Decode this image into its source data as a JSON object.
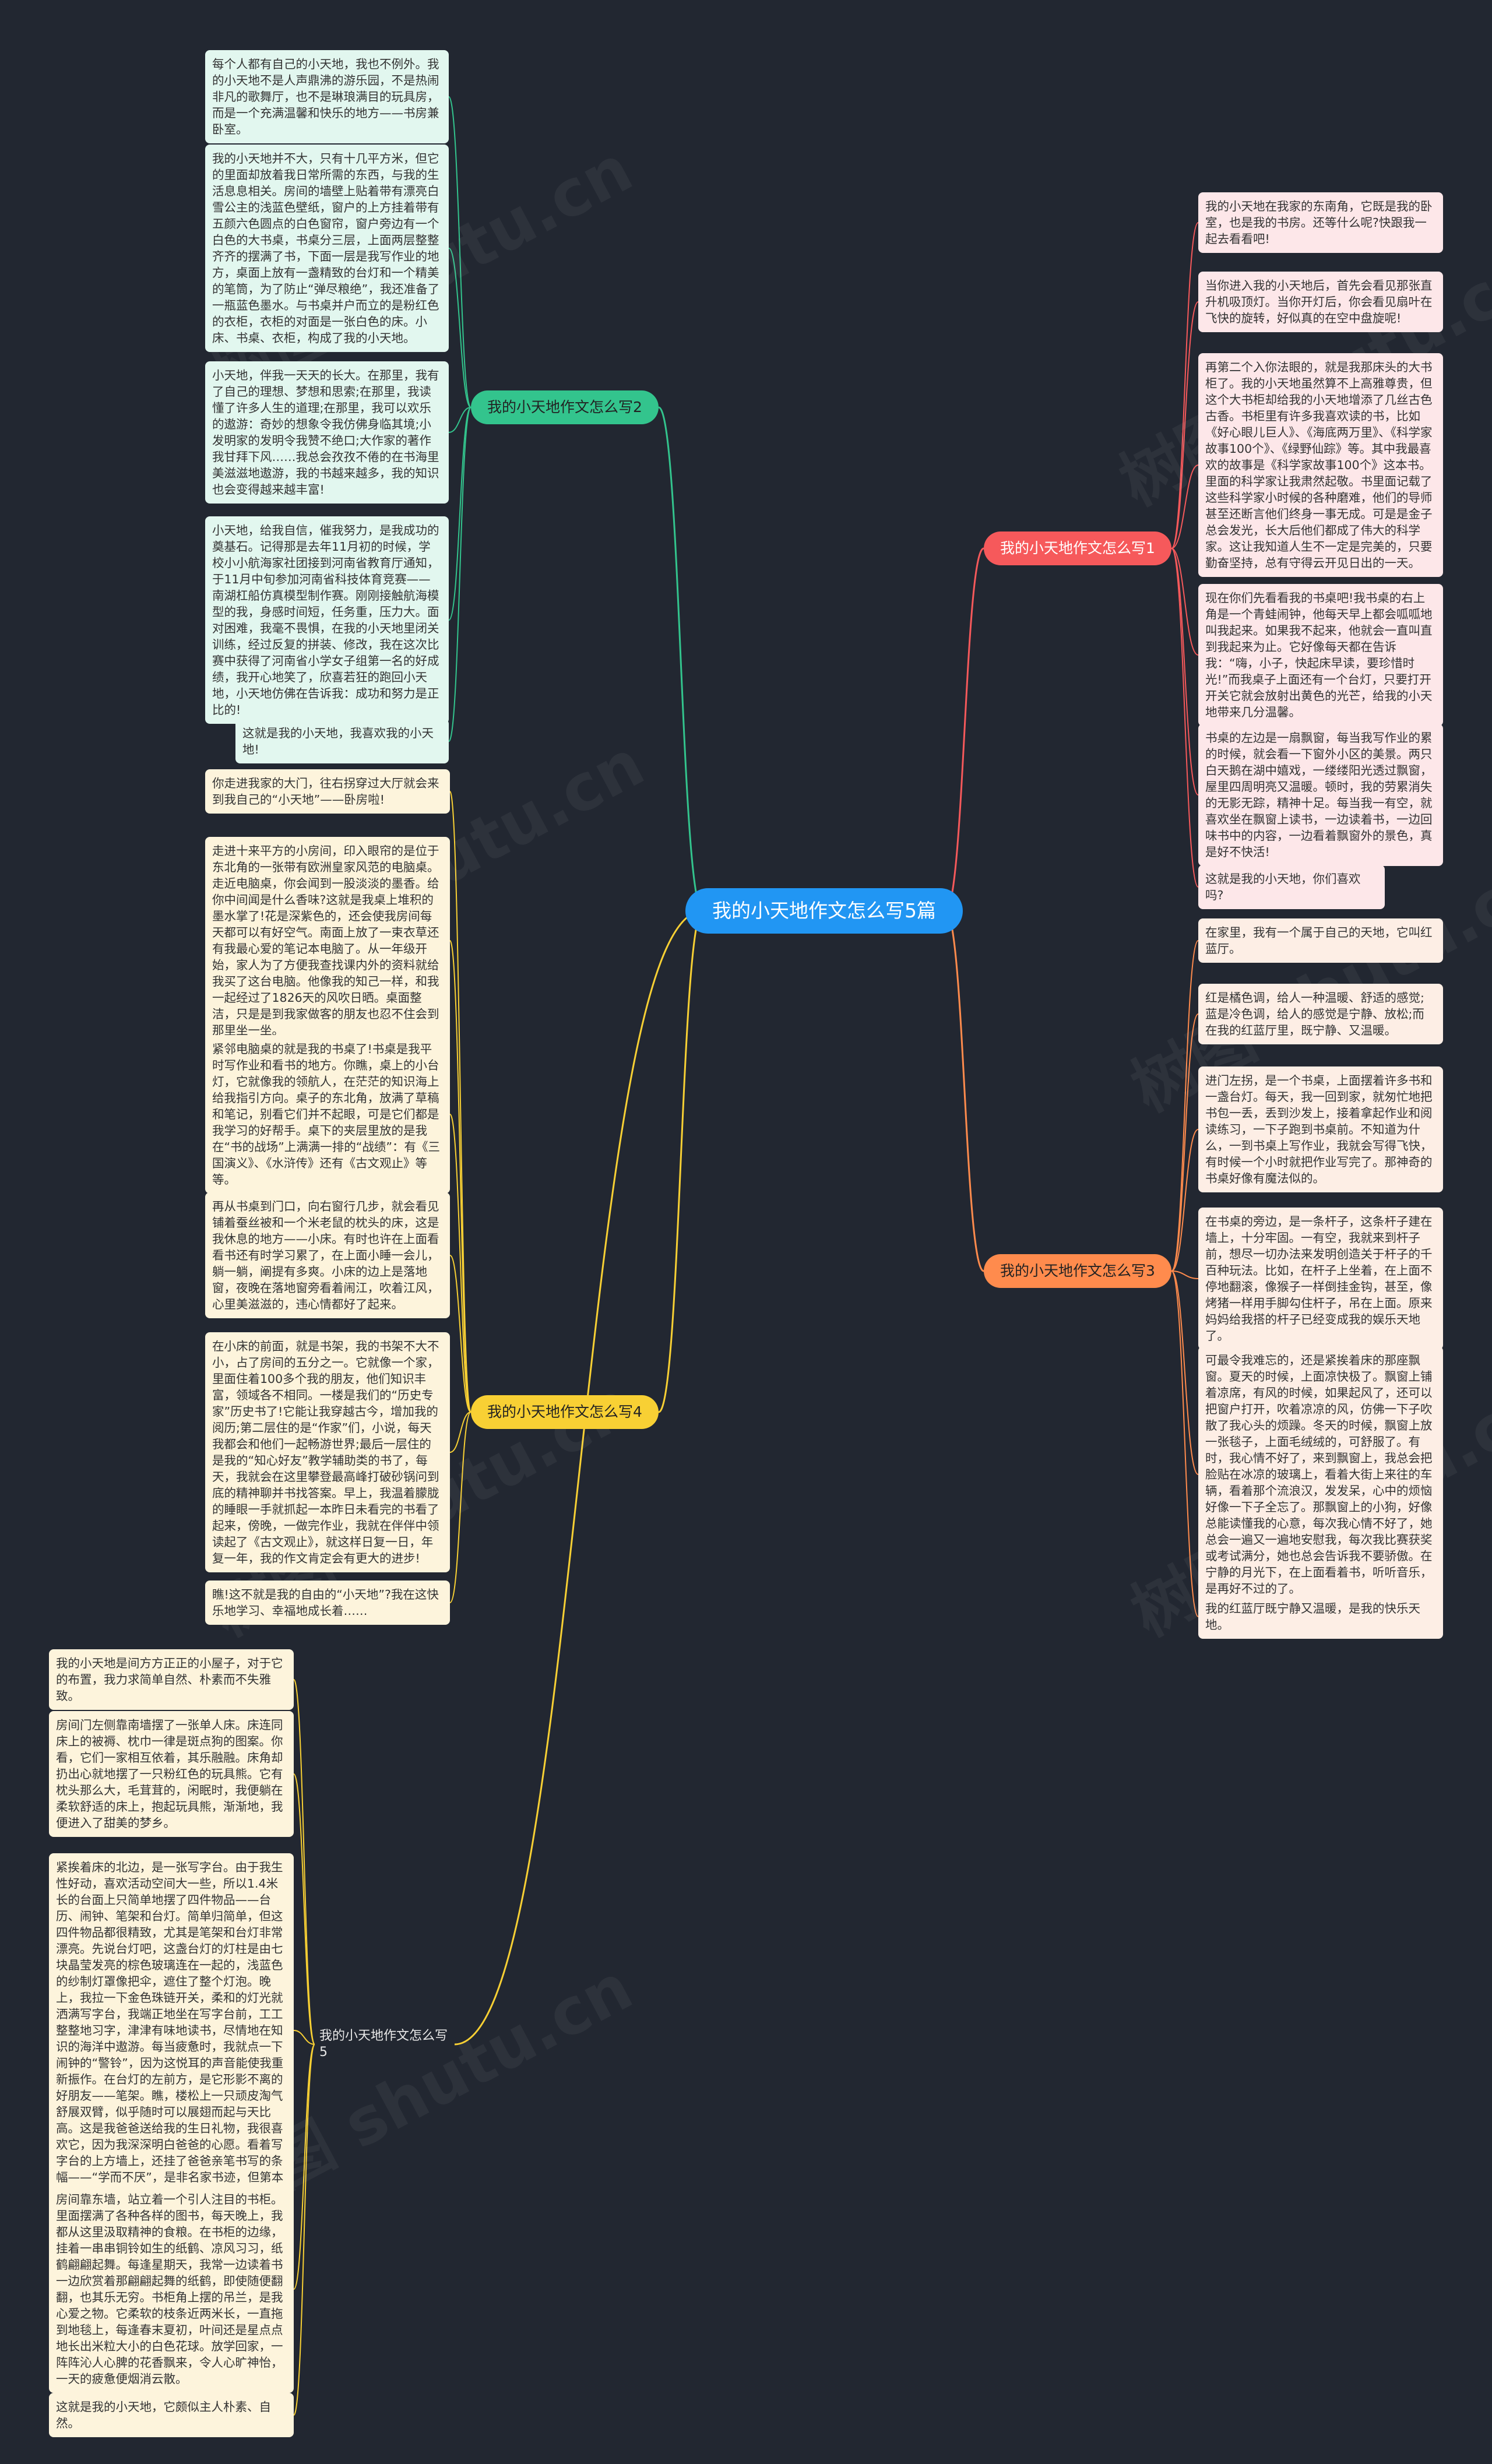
{
  "root": {
    "label": "我的小天地作文怎么写5篇"
  },
  "colors": {
    "root": "#2196f3",
    "branch1": "#f6595b",
    "branch2": "#33c48d",
    "branch3": "#ff8b4d",
    "branch4": "#f8d034",
    "branch5": "#f8d034",
    "background": "#222731"
  },
  "watermark": "树图 shutu.cn",
  "branches": [
    {
      "label": "我的小天地作文怎么写1",
      "leaves": [
        "我的小天地在我家的东南角，它既是我的卧室，也是我的书房。还等什么呢?快跟我一起去看看吧!",
        "当你进入我的小天地后，首先会看见那张直升机吸顶灯。当你开灯后，你会看见扇叶在飞快的旋转，好似真的在空中盘旋呢!",
        "再第二个入你法眼的，就是我那床头的大书柜了。我的小天地虽然算不上高雅尊贵，但这个大书柜却给我的小天地增添了几丝古色古香。书柜里有许多我喜欢读的书，比如《好心眼儿巨人》、《海底两万里》、《科学家故事100个》、《绿野仙踪》等。其中我最喜欢的故事是《科学家故事100个》这本书。里面的科学家让我肃然起敬。书里面记载了这些科学家小时候的各种磨难，他们的导师甚至还断言他们终身一事无成。可是是金子总会发光，长大后他们都成了伟大的科学家。这让我知道人生不一定是完美的，只要勤奋坚持，总有守得云开见日出的一天。",
        "现在你们先看看我的书桌吧!我书桌的右上角是一个青蛙闹钟，他每天早上都会呱呱地叫我起来。如果我不起来，他就会一直叫直到我起来为止。它好像每天都在告诉我：“嗨，小子，快起床早读，要珍惜时光!”而我桌子上面还有一个台灯，只要打开开关它就会放射出黄色的光芒，给我的小天地带来几分温馨。",
        "书桌的左边是一扇飘窗，每当我写作业的累的时候，就会看一下窗外小区的美景。两只白天鹅在湖中嬉戏，一缕缕阳光透过飘窗，屋里四周明亮又温暖。顿时，我的劳累消失的无影无踪，精神十足。每当我一有空，就喜欢坐在飘窗上读书，一边读着书，一边回味书中的内容，一边看着飘窗外的景色，真是好不快活!",
        "这就是我的小天地，你们喜欢吗?"
      ]
    },
    {
      "label": "我的小天地作文怎么写2",
      "leaves": [
        "每个人都有自己的小天地，我也不例外。我的小天地不是人声鼎沸的游乐园，不是热闹非凡的歌舞厅，也不是琳琅满目的玩具房，而是一个充满温馨和快乐的地方——书房兼卧室。",
        "我的小天地并不大，只有十几平方米，但它的里面却放着我日常所需的东西，与我的生活息息相关。房间的墙壁上贴着带有漂亮白雪公主的浅蓝色壁纸，窗户的上方挂着带有五颜六色圆点的白色窗帘，窗户旁边有一个白色的大书桌，书桌分三层，上面两层整整齐齐的摆满了书，下面一层是我写作业的地方，桌面上放有一盏精致的台灯和一个精美的笔筒，为了防止“弹尽粮绝”，我还准备了一瓶蓝色墨水。与书桌并户而立的是粉红色的衣柜，衣柜的对面是一张白色的床。小床、书桌、衣柜，构成了我的小天地。",
        "小天地，伴我一天天的长大。在那里，我有了自己的理想、梦想和思索;在那里，我读懂了许多人生的道理;在那里，我可以欢乐的遨游：奇妙的想象令我仿佛身临其境;小发明家的发明令我赞不绝口;大作家的著作我甘拜下风……我总会孜孜不倦的在书海里美滋滋地遨游，我的书越来越多，我的知识也会变得越来越丰富!",
        "小天地，给我自信，催我努力，是我成功的奠基石。记得那是去年11月初的时候，学校小小航海家社团接到河南省教育厅通知，于11月中旬参加河南省科技体育竞赛——南湖杠船仿真模型制作赛。刚刚接触航海模型的我，身感时间短，任务重，压力大。面对困难，我毫不畏惧，在我的小天地里闭关训练，经过反复的拼装、修改，我在这次比赛中获得了河南省小学女子组第一名的好成绩，我开心地笑了，欣喜若狂的跑回小天地，小天地仿佛在告诉我：成功和努力是正比的!",
        "这就是我的小天地，我喜欢我的小天地!"
      ]
    },
    {
      "label": "我的小天地作文怎么写3",
      "leaves": [
        "在家里，我有一个属于自己的天地，它叫红蓝厅。",
        "红是橘色调，给人一种温暖、舒适的感觉;蓝是冷色调，给人的感觉是宁静、放松;而在我的红蓝厅里，既宁静、又温暖。",
        "进门左拐，是一个书桌，上面摆着许多书和一盏台灯。每天，我一回到家，就匆忙地把书包一丢，丢到沙发上，接着拿起作业和阅读练习，一下子跑到书桌前。不知道为什么，一到书桌上写作业，我就会写得飞快，有时候一个小时就把作业写完了。那神奇的书桌好像有魔法似的。",
        "在书桌的旁边，是一条杆子，这条杆子建在墙上，十分牢固。一有空，我就来到杆子前，想尽一切办法来发明创造关于杆子的千百种玩法。比如，在杆子上坐着，在上面不停地翻滚，像猴子一样倒挂金钩，甚至，像烤猪一样用手脚勾住杆子，吊在上面。原来妈妈给我搭的杆子已经变成我的娱乐天地了。",
        "可最令我难忘的，还是紧挨着床的那座飘窗。夏天的时候，上面凉快极了。飘窗上铺着凉席，有风的时候，如果起风了，还可以把窗户打开，吹着凉凉的风，仿佛一下子吹散了我心头的烦躁。冬天的时候，飘窗上放一张毯子，上面毛绒绒的，可舒服了。有时，我心情不好了，来到飘窗上，我总会把脸贴在冰凉的玻璃上，看着大街上来往的车辆，看着那个流浪汉，发发呆，心中的烦恼好像一下子全忘了。那飘窗上的小狗，好像总能读懂我的心意，每次我心情不好了，她总会一遍又一遍地安慰我，每次我比赛获奖或考试满分，她也总会告诉我不要骄傲。在宁静的月光下，在上面看着书，听听音乐，是再好不过的了。",
        "我的红蓝厅既宁静又温暖，是我的快乐天地。"
      ]
    },
    {
      "label": "我的小天地作文怎么写4",
      "leaves": [
        "你走进我家的大门，往右拐穿过大厅就会来到我自己的“小天地”——卧房啦!",
        "走进十来平方的小房间，印入眼帘的是位于东北角的一张带有欧洲皇家风范的电脑桌。走近电脑桌，你会闻到一股淡淡的墨香。给你中间闻是什么香味?这就是我桌上堆积的墨水掌了!花是深紫色的，还会使我房间每天都可以有好空气。南面上放了一束衣草还有我最心爱的笔记本电脑了。从一年级开始，家人为了方便我查找课内外的资料就给我买了这台电脑。他像我的知己一样，和我一起经过了1826天的风吹日晒。桌面整洁，只是是到我家做客的朋友也忍不住会到那里坐一坐。",
        "紧邻电脑桌的就是我的书桌了!书桌是我平时写作业和看书的地方。你瞧，桌上的小台灯，它就像我的领航人，在茫茫的知识海上给我指引方向。桌子的东北角，放满了草稿和笔记，别看它们并不起眼，可是它们都是我学习的好帮手。桌下的夹层里放的是我在“书的战场”上满满一排的“战绩”：有《三国演义》、《水浒传》还有《古文观止》等等。",
        "再从书桌到门口，向右窗行几步，就会看见铺着蚕丝被和一个米老鼠的枕头的床，这是我休息的地方——小床。有时也许在上面看看书还有时学习累了，在上面小睡一会儿，躺一躺，阐提有多爽。小床的边上是落地窗，夜晚在落地窗旁看着闹江，吹着江风，心里美滋滋的，违心情都好了起来。",
        "在小床的前面，就是书架，我的书架不大不小，占了房间的五分之一。它就像一个家，里面住着100多个我的朋友，他们知识丰富，领域各不相同。一楼是我们的“历史专家”历史书了!它能让我穿越古今，增加我的阅历;第二层住的是“作家”们，小说，每天我都会和他们一起畅游世界;最后一层住的是我的“知心好友”教学辅助类的书了，每天，我就会在这里攀登最高峰打破砂锅问到底的精神聊并书找答案。早上，我温着朦胧的睡眼一手就抓起一本昨日未看完的书看了起来，傍晚，一做完作业，我就在伴伴中领读起了《古文观止》，就这样日复一日，年复一年，我的作文肯定会有更大的进步!",
        "瞧!这不就是我的自由的“小天地”?我在这快乐地学习、幸福地成长着……"
      ]
    },
    {
      "label": "我的小天地作文怎么写5",
      "leaves": [
        "我的小天地是间方方正正的小屋子，对于它的布置，我力求简单自然、朴素而不失雅致。",
        "房间门左侧靠南墙摆了一张单人床。床连同床上的被褥、枕巾一律是斑点狗的图案。你看，它们一家相互依着，其乐融融。床角却扔出心就地摆了一只粉红色的玩具熊。它有枕头那么大，毛茸茸的，闲眠时，我便躺在柔软舒适的床上，抱起玩具熊，渐渐地，我便进入了甜美的梦乡。",
        "紧挨着床的北边，是一张写字台。由于我生性好动，喜欢活动空间大一些，所以1.4米长的台面上只简单地摆了四件物品——台历、闹钟、笔架和台灯。简单归简单，但这四件物品都很精致，尤其是笔架和台灯非常漂亮。先说台灯吧，这盏台灯的灯柱是由七块晶莹发亮的棕色玻璃连在一起的，浅蓝色的纱制灯罩像把伞，遮住了整个灯泡。晚上，我拉一下金色珠链开关，柔和的灯光就洒满写字台，我端正地坐在写字台前，工工整整地习字，津津有味地读书，尽情地在知识的海洋中遨游。每当疲惫时，我就点一下闹钟的“警铃”，因为这悦耳的声音能使我重新振作。在台灯的左前方，是它形影不离的好朋友——笔架。瞧，楼松上一只顽皮淘气舒展双臂，似乎随时可以展翅而起与天比高。这是我爸爸送给我的生日礼物，我很喜欢它，因为我深深明白爸爸的心愿。看着写字台的上方墙上，还挂了爸爸亲笔书写的条幅——“学而不厌”，是非名家书迹，但第本吞吐有力，时时激励着我不断攀登。",
        "房间靠东墙，站立着一个引人注目的书柜。里面摆满了各种各样的图书，每天晚上，我都从这里汲取精神的食粮。在书柜的边缘，挂着一串串铜铃如生的纸鹤、凉风习习，纸鹤翩翩起舞。每逢星期天，我常一边读着书一边欣赏着那翩翩起舞的纸鹤，即使随便翻翻，也其乐无穷。书柜角上摆的吊兰，是我心爱之物。它柔软的枝条近两米长，一直拖到地毯上，每逢春末夏初，叶间还是星点点地长出米粒大小的白色花球。放学回家，一阵阵沁人心脾的花香飘来，令人心旷神怡，一天的疲惫便烟消云散。",
        "这就是我的小天地，它颇似主人朴素、自然。"
      ]
    }
  ]
}
